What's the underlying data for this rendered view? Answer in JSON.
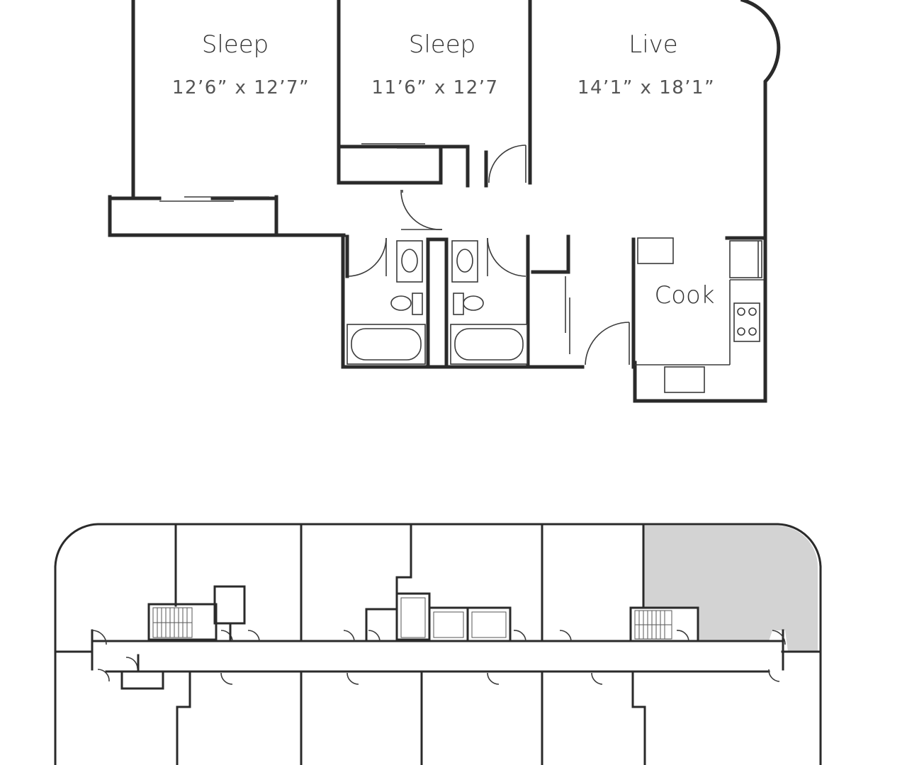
{
  "rooms": {
    "sleep1": {
      "name": "Sleep",
      "dims": "12’6” x 12’7”"
    },
    "sleep2": {
      "name": "Sleep",
      "dims": "11’6” x 12’7"
    },
    "live": {
      "name": "Live",
      "dims": "14’1” x 18’1”"
    },
    "cook": {
      "name": "Cook"
    }
  },
  "colors": {
    "wall": "#2a2a2a",
    "highlight_unit": "#d3d3d3",
    "background": "#ffffff"
  }
}
